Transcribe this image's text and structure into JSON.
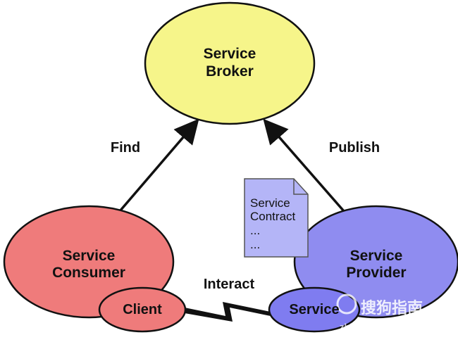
{
  "nodes": {
    "broker": {
      "line1": "Service",
      "line2": "Broker",
      "fill": "#f6f58a"
    },
    "consumer": {
      "line1": "Service",
      "line2": "Consumer",
      "fill": "#ef7b7b"
    },
    "provider": {
      "line1": "Service",
      "line2": "Provider",
      "fill": "#8f8cf0"
    },
    "client": {
      "label": "Client",
      "fill": "#ef7b7b"
    },
    "service": {
      "label": "Service",
      "fill": "#7f7cf0"
    }
  },
  "edges": {
    "find": "Find",
    "publish": "Publish",
    "interact": "Interact"
  },
  "contract": {
    "line1": "Service",
    "line2": "Contract",
    "line3": "...",
    "line4": "...",
    "fill": "#b4b5f7"
  },
  "watermark": {
    "brand": "搜狗指南",
    "url": "zhinan.sogou.com"
  }
}
